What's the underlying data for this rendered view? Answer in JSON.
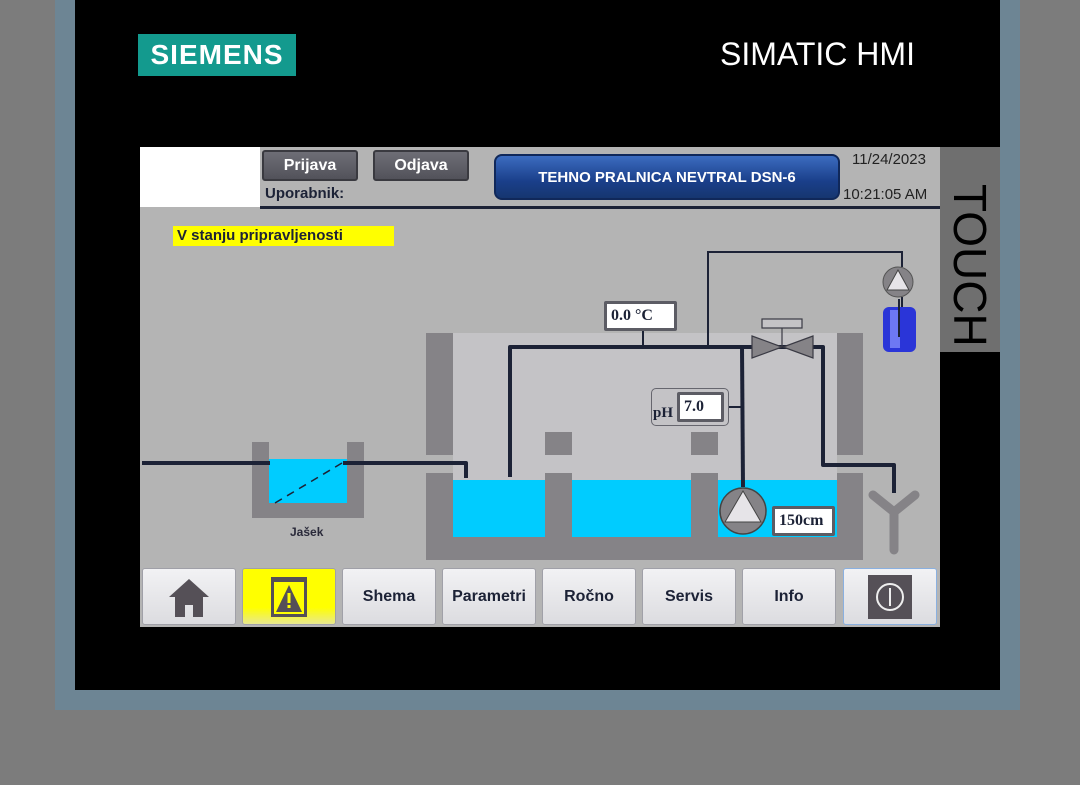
{
  "device": {
    "logo": "SIEMENS",
    "brand": "SIMATIC HMI",
    "side_label": "TOUCH"
  },
  "header": {
    "login": "Prijava",
    "logout": "Odjava",
    "user_label": "Uporabnik:",
    "title": "TEHNO PRALNICA NEVTRAL DSN-6",
    "date": "11/24/2023",
    "time": "10:21:05 AM"
  },
  "status": "V stanju pripravljenosti",
  "process": {
    "temperature": "0.0 °C",
    "ph_label": "pH",
    "ph": "7.0",
    "level": "150cm",
    "pit_label": "Jašek"
  },
  "nav": {
    "home_icon": "home-icon",
    "alarm_icon": "warning-icon",
    "items": [
      "Shema",
      "Parametri",
      "Ročno",
      "Servis",
      "Info"
    ],
    "power_icon": "power-icon"
  },
  "colors": {
    "water": "#00ccff",
    "status": "#ffff00",
    "title": "#1a3f8a"
  }
}
